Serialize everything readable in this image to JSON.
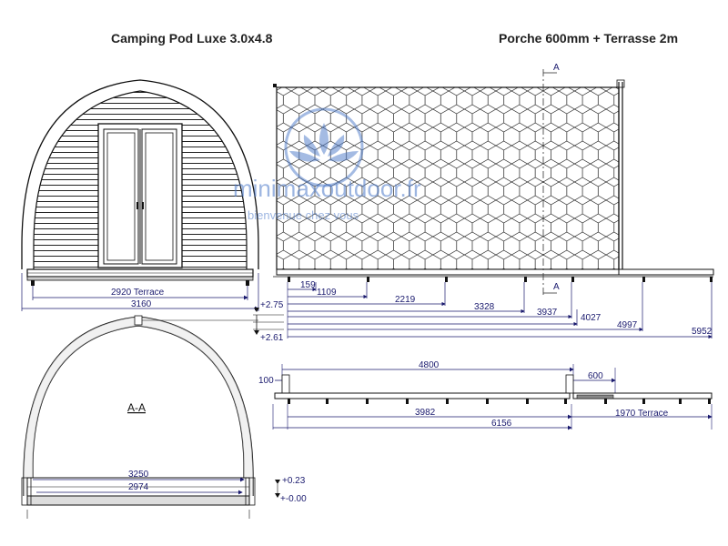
{
  "header": {
    "title_left": "Camping Pod Luxe 3.0x4.8",
    "title_right": "Porche 600mm + Terrasse 2m"
  },
  "watermark": {
    "brand": "minimaxoutdoor.fr",
    "tagline": "bienvenue chez vous"
  },
  "front_view": {
    "dim_terrace": "2920 Terrace",
    "dim_width": "3160",
    "level_top": "+2.75",
    "level_bottom": "+2.61"
  },
  "side_view": {
    "section_marker": "A",
    "section_marker_bottom": "A",
    "dims": [
      "159",
      "1109",
      "2219",
      "3328",
      "3937",
      "4027",
      "4997",
      "5952"
    ]
  },
  "section_view": {
    "label": "A-A",
    "dim_outer": "3250",
    "dim_inner": "2974",
    "level_top": "+0.23",
    "level_bottom": "+-0.00"
  },
  "plan_view": {
    "dim_left": "100",
    "dim_length": "4800",
    "dim_porch": "600",
    "dim_floor": "3982",
    "dim_terrace": "1970 Terrace",
    "dim_total": "6156"
  },
  "colors": {
    "line": "#111111",
    "dimension": "#1a1a6e",
    "watermark": "#4a78c8"
  }
}
